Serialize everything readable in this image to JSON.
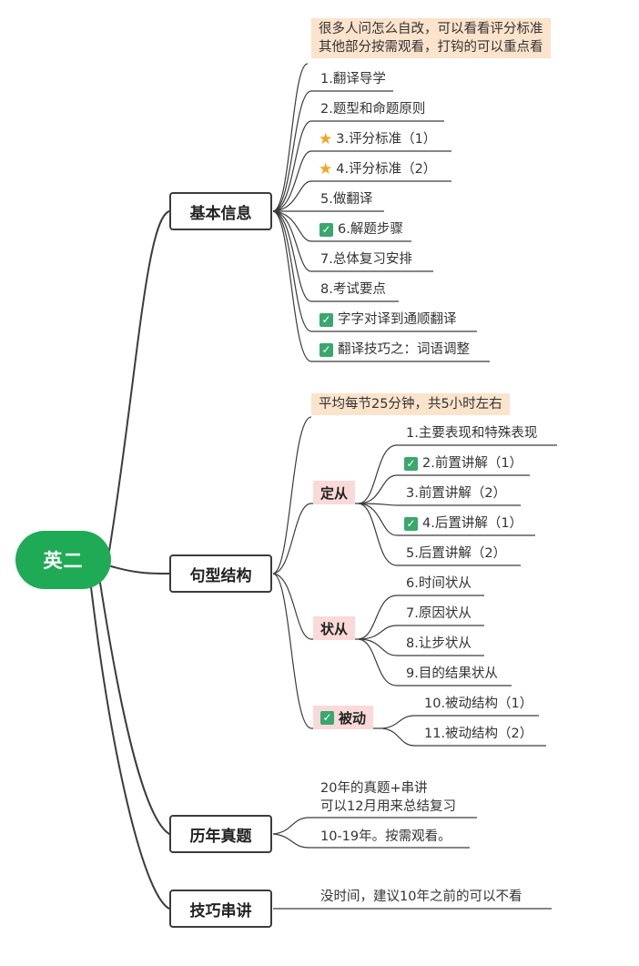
{
  "root": {
    "label": "英二"
  },
  "basic": {
    "label": "基本信息",
    "note": [
      "很多人问怎么自改，可以看看评分标准",
      "其他部分按需观看，打钩的可以重点看"
    ],
    "items": [
      {
        "text": "1.翻译导学",
        "mark": ""
      },
      {
        "text": "2.题型和命题原则",
        "mark": ""
      },
      {
        "text": "3.评分标准（1）",
        "mark": "star"
      },
      {
        "text": "4.评分标准（2）",
        "mark": "star"
      },
      {
        "text": "5.做翻译",
        "mark": ""
      },
      {
        "text": "6.解题步骤",
        "mark": "check"
      },
      {
        "text": "7.总体复习安排",
        "mark": ""
      },
      {
        "text": "8.考试要点",
        "mark": ""
      },
      {
        "text": "字字对译到通顺翻译",
        "mark": "check"
      },
      {
        "text": "翻译技巧之：词语调整",
        "mark": "check"
      }
    ]
  },
  "structure": {
    "label": "句型结构",
    "note": "平均每节25分钟，共5小时左右",
    "dingcong": {
      "label": "定从",
      "items": [
        {
          "text": "1.主要表现和特殊表现",
          "mark": ""
        },
        {
          "text": "2.前置讲解（1）",
          "mark": "check"
        },
        {
          "text": "3.前置讲解（2）",
          "mark": ""
        },
        {
          "text": "4.后置讲解（1）",
          "mark": "check"
        },
        {
          "text": "5.后置讲解（2）",
          "mark": ""
        }
      ]
    },
    "zhuangcong": {
      "label": "状从",
      "items": [
        {
          "text": "6.时间状从",
          "mark": ""
        },
        {
          "text": "7.原因状从",
          "mark": ""
        },
        {
          "text": "8.让步状从",
          "mark": ""
        },
        {
          "text": "9.目的结果状从",
          "mark": ""
        }
      ]
    },
    "beidong": {
      "label": "被动",
      "items": [
        {
          "text": "10.被动结构（1）",
          "mark": ""
        },
        {
          "text": "11.被动结构（2）",
          "mark": ""
        }
      ]
    }
  },
  "pastexams": {
    "label": "历年真题",
    "items": [
      {
        "text": "20年的真题+串讲",
        "text2": "可以12月用来总结复习"
      },
      {
        "text": "10-19年。按需观看。"
      }
    ]
  },
  "techniques": {
    "label": "技巧串讲",
    "items": [
      {
        "text": "没时间，建议10年之前的可以不看"
      }
    ]
  },
  "colors": {
    "root": "#1fab55",
    "note": "#fce3cc",
    "sub": "#fad9d9",
    "check": "#3aa76d",
    "star": "#f4a51c",
    "line": "#3c3c3c"
  }
}
